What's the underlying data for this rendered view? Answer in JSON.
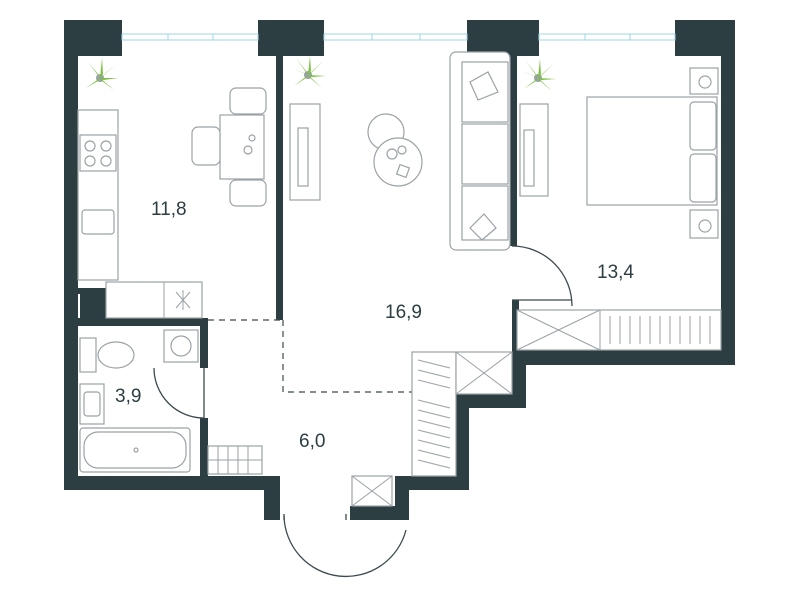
{
  "rooms": [
    {
      "id": "kitchen",
      "area": "11,8"
    },
    {
      "id": "living",
      "area": "16,9"
    },
    {
      "id": "bedroom",
      "area": "13,4"
    },
    {
      "id": "bathroom",
      "area": "3,9"
    },
    {
      "id": "hall",
      "area": "6,0"
    }
  ],
  "colors": {
    "wall": "#2c3e42",
    "furniture_line": "#9aa2a6",
    "plant": "#7cc242",
    "window": "#9fd6e6"
  }
}
